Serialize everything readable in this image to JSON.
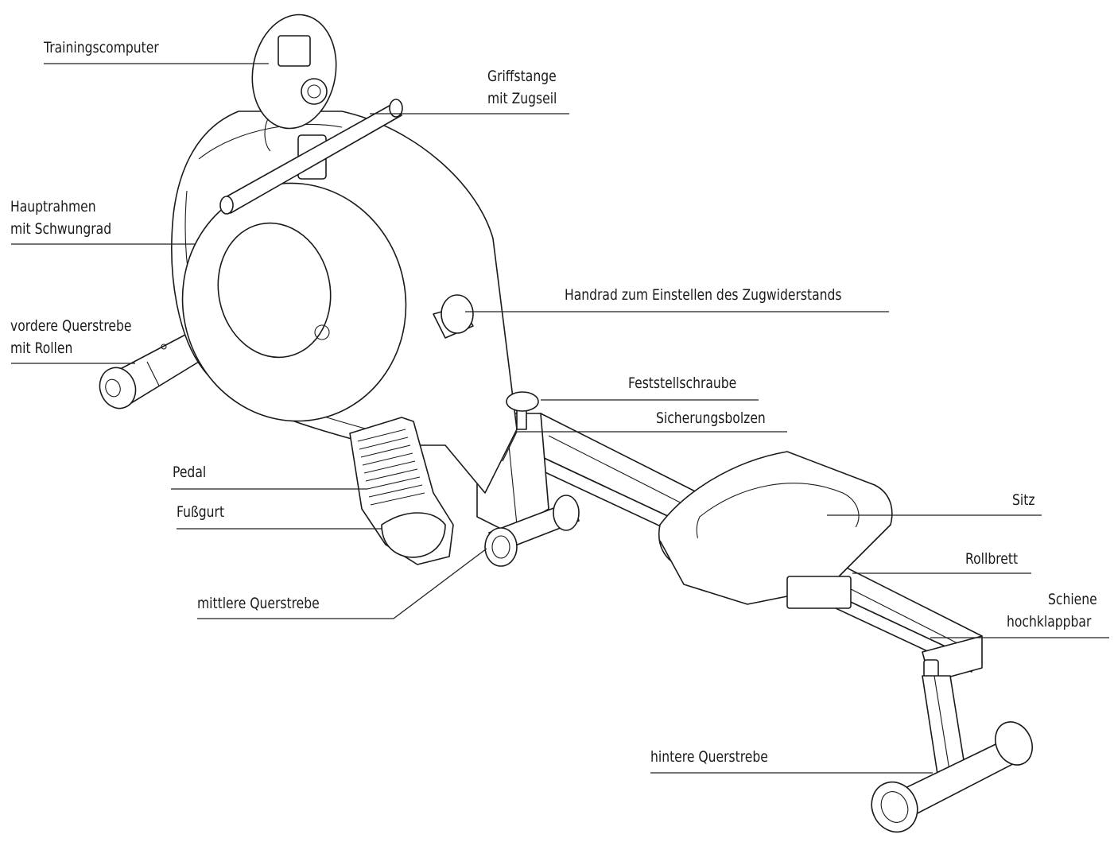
{
  "labels": {
    "trainingscomputer": "Trainingscomputer",
    "griffstange_1": "Griffstange",
    "griffstange_2": "mit Zugseil",
    "hauptrahmen_1": "Hauptrahmen",
    "hauptrahmen_2": "mit Schwungrad",
    "vordere_1": "vordere Querstrebe",
    "vordere_2": "mit Rollen",
    "handrad": "Handrad zum Einstellen des Zugwiderstands",
    "feststellschraube": "Feststellschraube",
    "sicherungsbolzen": "Sicherungsbolzen",
    "pedal": "Pedal",
    "fussgurt": "Fußgurt",
    "sitz": "Sitz",
    "rollbrett": "Rollbrett",
    "mittlere": "mittlere Querstrebe",
    "schiene_1": "Schiene",
    "schiene_2": "hochklappbar",
    "hintere": "hintere Querstrebe"
  }
}
